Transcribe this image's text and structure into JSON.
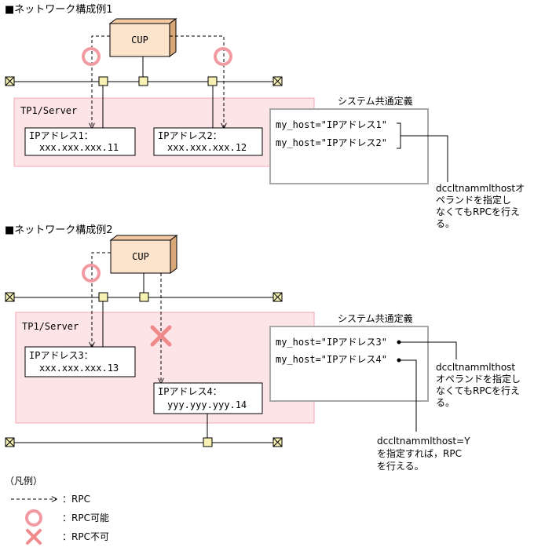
{
  "colors": {
    "server_fill": "#fde4e7",
    "server_border": "#f2a7b0",
    "cup_front": "#fbe3cc",
    "cup_side": "#d9a878",
    "node_fill": "#f7f1b4",
    "ok_mark": "#f29aa1",
    "ng_mark": "#f08a8a",
    "config_border": "#a8a8a8"
  },
  "example1": {
    "heading": "■ネットワーク構成例1",
    "cup": "CUP",
    "server": "TP1/Server",
    "ip1_label": "IPアドレス1：",
    "ip1_value": "xxx.xxx.xxx.11",
    "ip2_label": "IPアドレス2：",
    "ip2_value": "xxx.xxx.xxx.12",
    "config_title": "システム共通定義",
    "config_line1": "my_host=\"IPアドレス1\"",
    "config_line2": "my_host=\"IPアドレス2\"",
    "note": [
      "dccltnammlthostオ",
      "ペランドを指定し",
      "なくてもRPCを行え",
      "る。"
    ]
  },
  "example2": {
    "heading": "■ネットワーク構成例2",
    "cup": "CUP",
    "server": "TP1/Server",
    "ip3_label": "IPアドレス3：",
    "ip3_value": "xxx.xxx.xxx.13",
    "ip4_label": "IPアドレス4：",
    "ip4_value": "yyy.yyy.yyy.14",
    "config_title": "システム共通定義",
    "config_line1": "my_host=\"IPアドレス3\"",
    "config_line2": "my_host=\"IPアドレス4\"",
    "note1": [
      "dccltnammlthost",
      "オペランドを指定し",
      "なくてもRPCを行え",
      "る。"
    ],
    "note2": [
      "dccltnammlthost=Y",
      "を指定すれば，RPC",
      "を行える。"
    ]
  },
  "legend": {
    "title": "（凡例）",
    "rpc": "：RPC",
    "rpc_ok": "：RPC可能",
    "rpc_ng": "：RPC不可"
  }
}
